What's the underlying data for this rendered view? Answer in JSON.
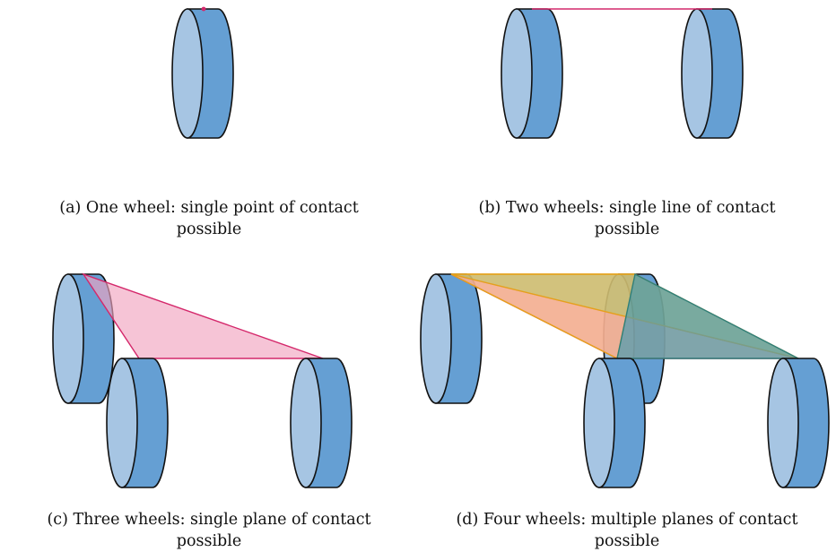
{
  "colors": {
    "wheel_face": "#a6c5e3",
    "wheel_side": "#659fd3",
    "outline": "#111111",
    "contact_line": "#d4286b",
    "plane_pink": "#f1a4c0",
    "plane_orange": "#f4b183",
    "plane_olive": "#bfc06a",
    "plane_teal": "#5f9ea0",
    "edge_orange": "#e6a11a",
    "edge_teal": "#2f7f7a"
  },
  "captions": {
    "a": {
      "line1": "(a) One wheel: single point of contact",
      "line2": "possible"
    },
    "b": {
      "line1": "(b) Two wheels: single line of contact",
      "line2": "possible"
    },
    "c": {
      "line1": "(c) Three wheels: single plane of contact",
      "line2": "possible"
    },
    "d": {
      "line1": "(d) Four wheels: multiple planes of contact",
      "line2": "possible"
    }
  }
}
